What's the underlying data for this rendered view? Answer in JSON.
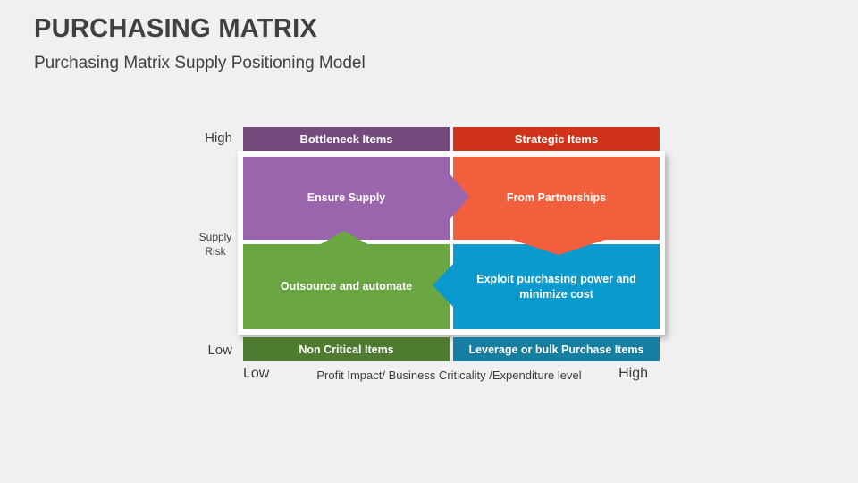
{
  "title": "PURCHASING MATRIX",
  "subtitle": "Purchasing Matrix Supply Positioning Model",
  "matrix": {
    "headers": [
      {
        "label": "Bottleneck Items",
        "color": "#744A7D"
      },
      {
        "label": "Strategic Items",
        "color": "#D0321A"
      }
    ],
    "cells": [
      {
        "label": "Ensure Supply",
        "color": "#9A65AC"
      },
      {
        "label": "From Partnerships",
        "color": "#F15F3C"
      },
      {
        "label": "Outsource and automate",
        "color": "#6AA743"
      },
      {
        "label": "Exploit purchasing power and minimize cost",
        "color": "#0A9ACD"
      }
    ],
    "footers": [
      {
        "label": "Non Critical Items",
        "color": "#4E7B30"
      },
      {
        "label": "Leverage or bulk Purchase Items",
        "color": "#167FA1"
      }
    ],
    "arrows": [
      {
        "name": "green-up",
        "color": "#6AA743"
      },
      {
        "name": "purple-right",
        "color": "#9A65AC"
      },
      {
        "name": "orange-down",
        "color": "#F15F3C"
      },
      {
        "name": "blue-left",
        "color": "#0A9ACD"
      }
    ]
  },
  "y_axis": {
    "high": "High",
    "title": "Supply Risk",
    "low": "Low"
  },
  "x_axis": {
    "low": "Low",
    "title": "Profit Impact/ Business Criticality /Expenditure level",
    "high": "High"
  }
}
